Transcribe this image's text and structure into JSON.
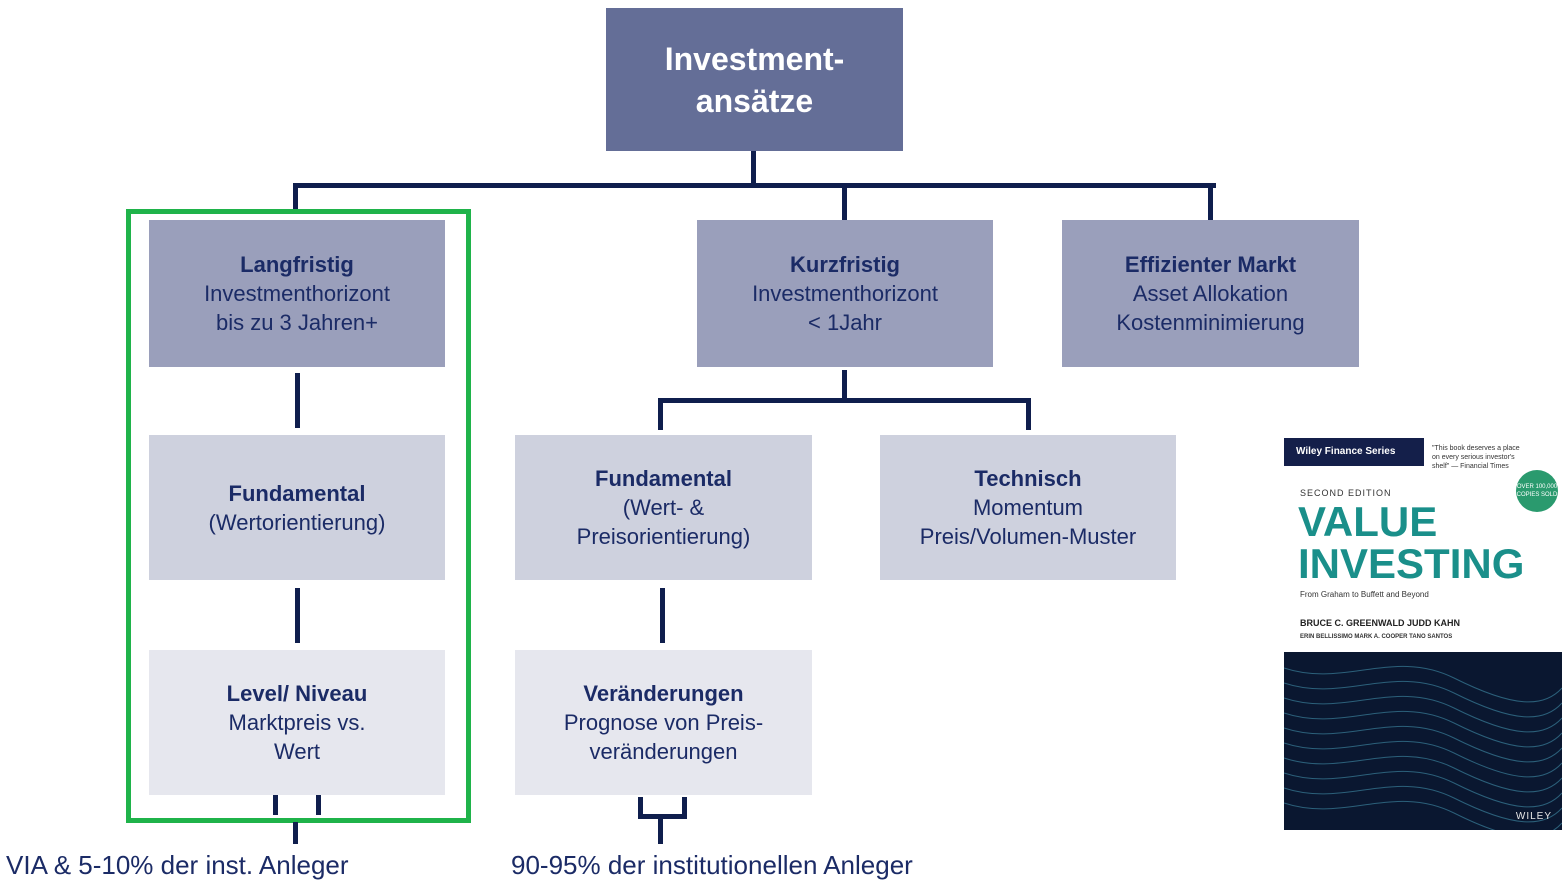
{
  "root": {
    "line1": "Investment-",
    "line2": "ansätze"
  },
  "level1": [
    {
      "title": "Langfristig",
      "line1": "Investmenthorizont",
      "line2": "bis zu 3 Jahren+"
    },
    {
      "title": "Kurzfristig",
      "line1": "Investmenthorizont",
      "line2": "< 1Jahr"
    },
    {
      "title": "Effizienter Markt",
      "line1": "Asset Allokation",
      "line2": "Kostenminimierung"
    }
  ],
  "level2": [
    {
      "title": "Fundamental",
      "line1": "(Wertorientierung)"
    },
    {
      "title": "Fundamental",
      "line1": "(Wert- &",
      "line2": "Preisorientierung)"
    },
    {
      "title": "Technisch",
      "line1": "Momentum",
      "line2": "Preis/Volumen-Muster"
    }
  ],
  "level3": [
    {
      "title": "Level/ Niveau",
      "line1": "Marktpreis vs.",
      "line2": "Wert"
    },
    {
      "title": "Veränderungen",
      "line1": "Prognose von Preis-",
      "line2": "veränderungen"
    }
  ],
  "footer": {
    "left": "VIA & 5-10% der inst. Anleger",
    "right": "90-95% der institutionellen Anleger"
  },
  "book": {
    "series": "Wiley Finance Series",
    "quote": "\"This book deserves a place on every serious investor's shelf\" — Financial Times",
    "edition": "SECOND EDITION",
    "title1": "VALUE",
    "title2": "INVESTING",
    "subtitle": "From Graham to Buffett and Beyond",
    "authors1": "BRUCE C. GREENWALD   JUDD KAHN",
    "authors2": "ERIN BELLISSIMO   MARK A. COOPER   TANO SANTOS",
    "badge": "OVER 100,000 COPIES SOLD",
    "publisher": "WILEY"
  },
  "colors": {
    "root": "#646e97",
    "level1": "#9a9fbb",
    "level2": "#ced1de",
    "level3": "#e6e7ee",
    "connector": "#0f1e4d",
    "highlight": "#1fb34a"
  }
}
